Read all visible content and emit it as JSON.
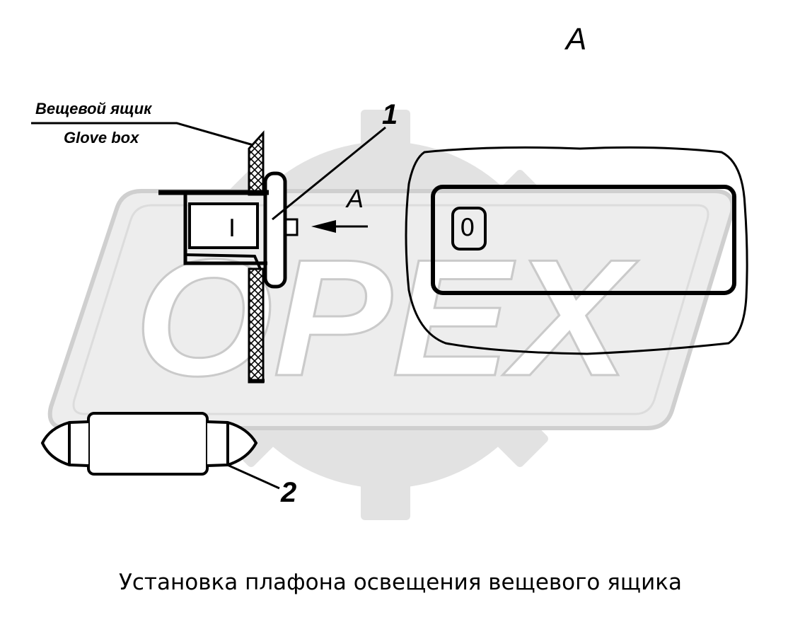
{
  "labels": {
    "glove_box_ru": "Вещевой ящик",
    "glove_box_en": "Glove box",
    "view_title": "А",
    "view_arrow": "А",
    "callout_1": "1",
    "callout_2": "2",
    "switch_on": "I",
    "switch_off": "0"
  },
  "watermark": {
    "text": "OPEX"
  },
  "caption": "Установка плафона освещения вещевого ящика",
  "colors": {
    "ink": "#000000",
    "watermark": "#d9d9d9",
    "watermark_shadow": "#c8c8c8",
    "background": "#ffffff"
  }
}
